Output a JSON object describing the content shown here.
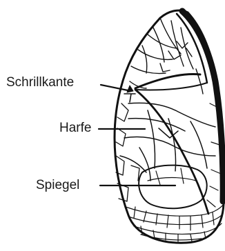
{
  "diagram": {
    "labels": {
      "schrillkante": "Schrillkante",
      "harfe": "Harfe",
      "spiegel": "Spiegel"
    },
    "ink_color": "#111111",
    "background_color": "#ffffff"
  }
}
